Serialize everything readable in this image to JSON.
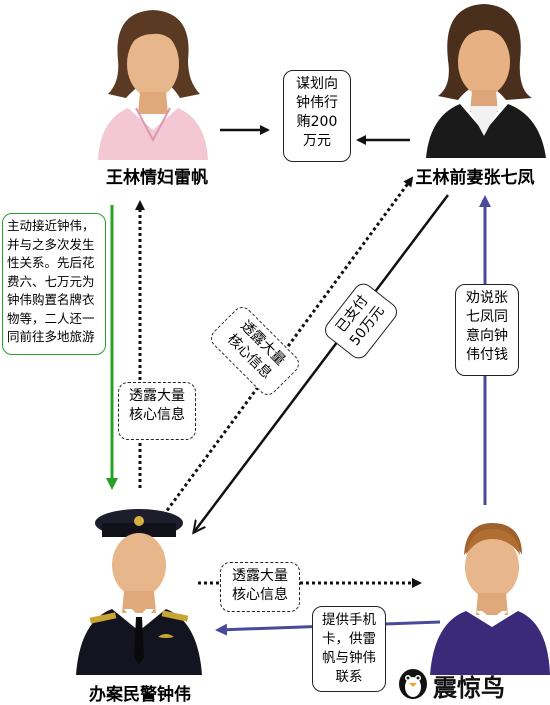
{
  "persons": {
    "top_left": "王林情妇雷帆",
    "top_right": "王林前妻张七凤",
    "bottom_left": "办案民警钟伟"
  },
  "boxes": {
    "plan": "谋划向\n钟伟行\n贿200\n万元",
    "seduce": "主动接近钟伟，\n并与之多次发生\n性关系。先后花\n费六、七万元为\n钟伟购置名牌衣\n物等，二人还一\n同前往多地旅游",
    "leak_left": "透露大量\n核心信息",
    "leak_diag": "透露大量\n核心信息",
    "paid": "已支付\n50万元",
    "persuade": "劝说张\n七凤同\n意向钟\n伟付钱",
    "leak_bottom": "透露大量\n核心信息",
    "phone": "提供手机\n卡，供雷\n帆与钟伟\n联系"
  },
  "brand": {
    "text": "震惊鸟",
    "icon": "penguin-logo-icon"
  },
  "colors": {
    "green": "#2aa02a",
    "purple": "#4a4a9a",
    "black": "#111111"
  }
}
